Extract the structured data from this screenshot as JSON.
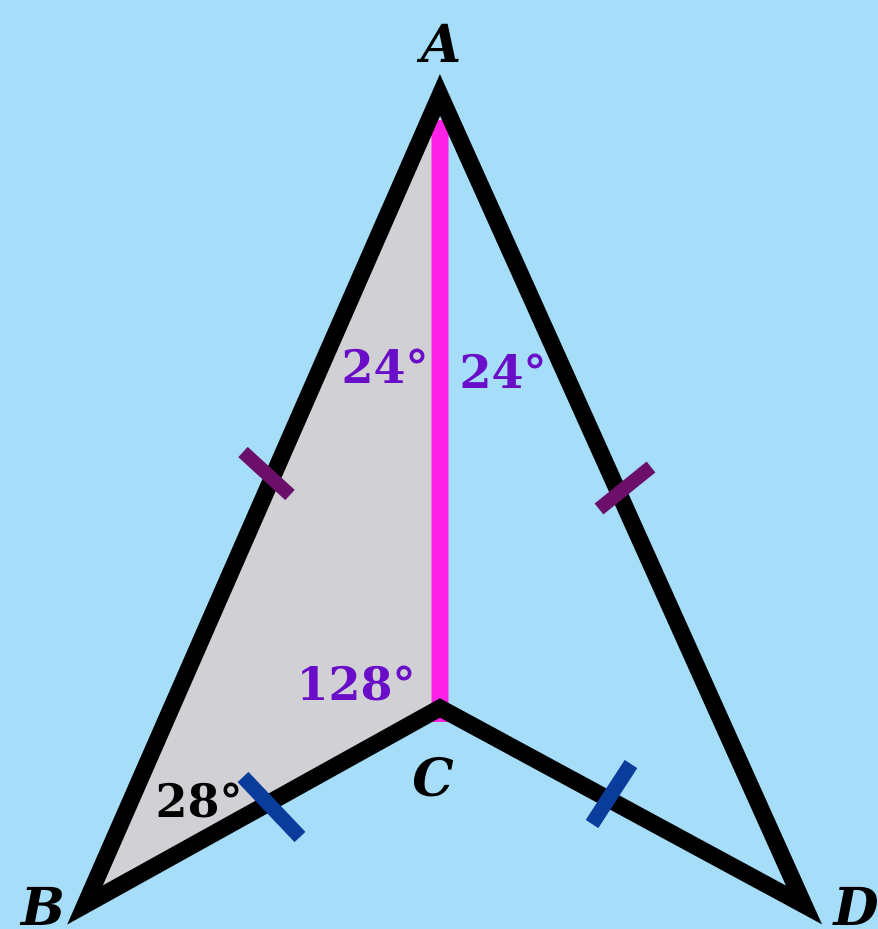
{
  "diagram": {
    "vertices": {
      "A": {
        "label": "A"
      },
      "B": {
        "label": "B"
      },
      "C": {
        "label": "C"
      },
      "D": {
        "label": "D"
      }
    },
    "angles": {
      "BAC": {
        "label": "24°",
        "color": "#6a0dc8"
      },
      "CAD": {
        "label": "24°",
        "color": "#6a0dc8"
      },
      "ACB": {
        "label": "128°",
        "color": "#6a0dc8"
      },
      "ABC": {
        "label": "28°",
        "color": "#000000"
      }
    },
    "colors": {
      "background": "#a6defa",
      "outline": "#000000",
      "shaded_triangle": "#d1d0d4",
      "segment_AC": "#ff22e6",
      "tick_AB_AD": "#6b0f6b",
      "tick_BC_CD": "#0a3c9c"
    }
  }
}
